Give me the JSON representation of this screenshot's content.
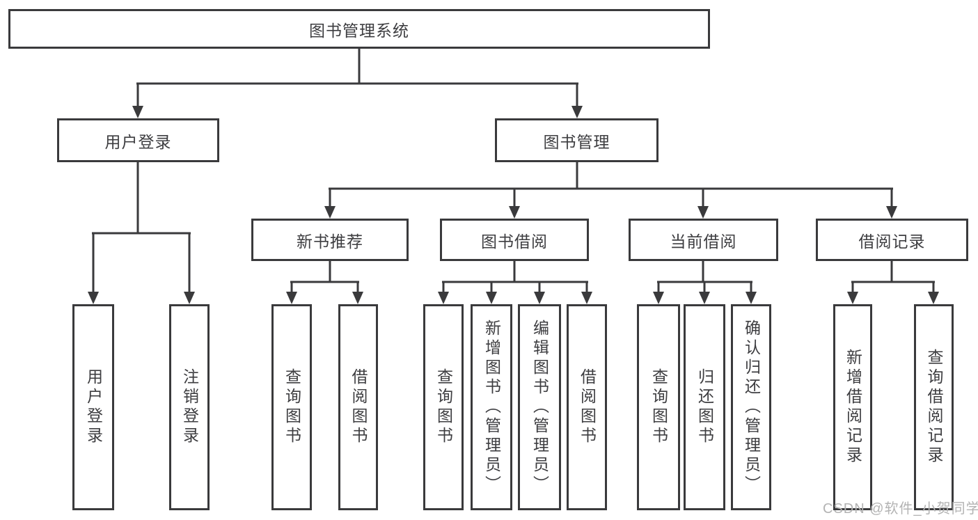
{
  "tree": {
    "root": {
      "label": "图书管理系统"
    },
    "level1": [
      {
        "id": "user-login",
        "label": "用户登录"
      },
      {
        "id": "book-management",
        "label": "图书管理"
      }
    ],
    "level2": [
      {
        "id": "new-book-recommend",
        "label": "新书推荐",
        "parent": "book-management"
      },
      {
        "id": "book-borrow",
        "label": "图书借阅",
        "parent": "book-management"
      },
      {
        "id": "current-borrow",
        "label": "当前借阅",
        "parent": "book-management"
      },
      {
        "id": "borrow-records",
        "label": "借阅记录",
        "parent": "book-management"
      }
    ],
    "level3": {
      "user_login": [
        "用户登录",
        "注销登录"
      ],
      "new_book_recommend": [
        "查询图书",
        "借阅图书"
      ],
      "book_borrow": [
        "查询图书",
        "新增图书（管理员）",
        "编辑图书（管理员）",
        "借阅图书"
      ],
      "current_borrow": [
        "查询图书",
        "归还图书",
        "确认归还（管理员）"
      ],
      "borrow_records": [
        "新增借阅记录",
        "查询借阅记录"
      ]
    }
  },
  "watermark": "CSDN @软件_小贺同学",
  "colors": {
    "line": "#3a3a3c",
    "box_border": "#3a3a3c",
    "text": "#3d3d40",
    "watermark": "#b3b3b3",
    "background": "#ffffff"
  }
}
